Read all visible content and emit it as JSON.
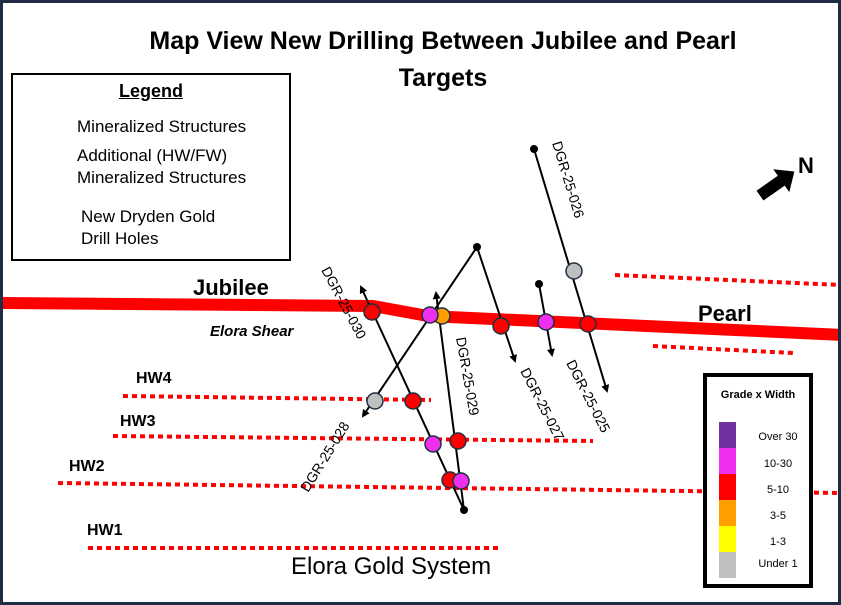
{
  "title": {
    "line1": "Map View New Drilling  Between Jubilee and Pearl",
    "line2": "Targets"
  },
  "legend": {
    "heading": "Legend",
    "items": [
      {
        "label": "Mineralized Structures"
      },
      {
        "label_line1": "Additional (HW/FW)",
        "label_line2": "Mineralized Structures"
      },
      {
        "label_line1": "New Dryden Gold",
        "label_line2": "Drill Holes"
      }
    ]
  },
  "north_label": "N",
  "places": {
    "jubilee": "Jubilee",
    "elora_shear": "Elora Shear",
    "pearl": "Pearl",
    "system": "Elora Gold System"
  },
  "hanging_walls": [
    "HW4",
    "HW3",
    "HW2",
    "HW1"
  ],
  "drill_holes": [
    "DGR-25-026",
    "DGR-25-025",
    "DGR-25-027",
    "DGR-25-028",
    "DGR-25-029",
    "DGR-25-030"
  ],
  "grade_legend": {
    "heading": "Grade x Width",
    "classes": [
      {
        "label": "Over 30",
        "color": "#7030a0"
      },
      {
        "label": "10-30",
        "color": "#ee30ee"
      },
      {
        "label": "5-10",
        "color": "#ff0000"
      },
      {
        "label": "3-5",
        "color": "#ffa000"
      },
      {
        "label": "1-3",
        "color": "#ffff00"
      },
      {
        "label": "Under 1",
        "color": "#bfbfbf"
      }
    ]
  },
  "colors": {
    "structure": "#ff0000",
    "border": "#1f2a44"
  }
}
